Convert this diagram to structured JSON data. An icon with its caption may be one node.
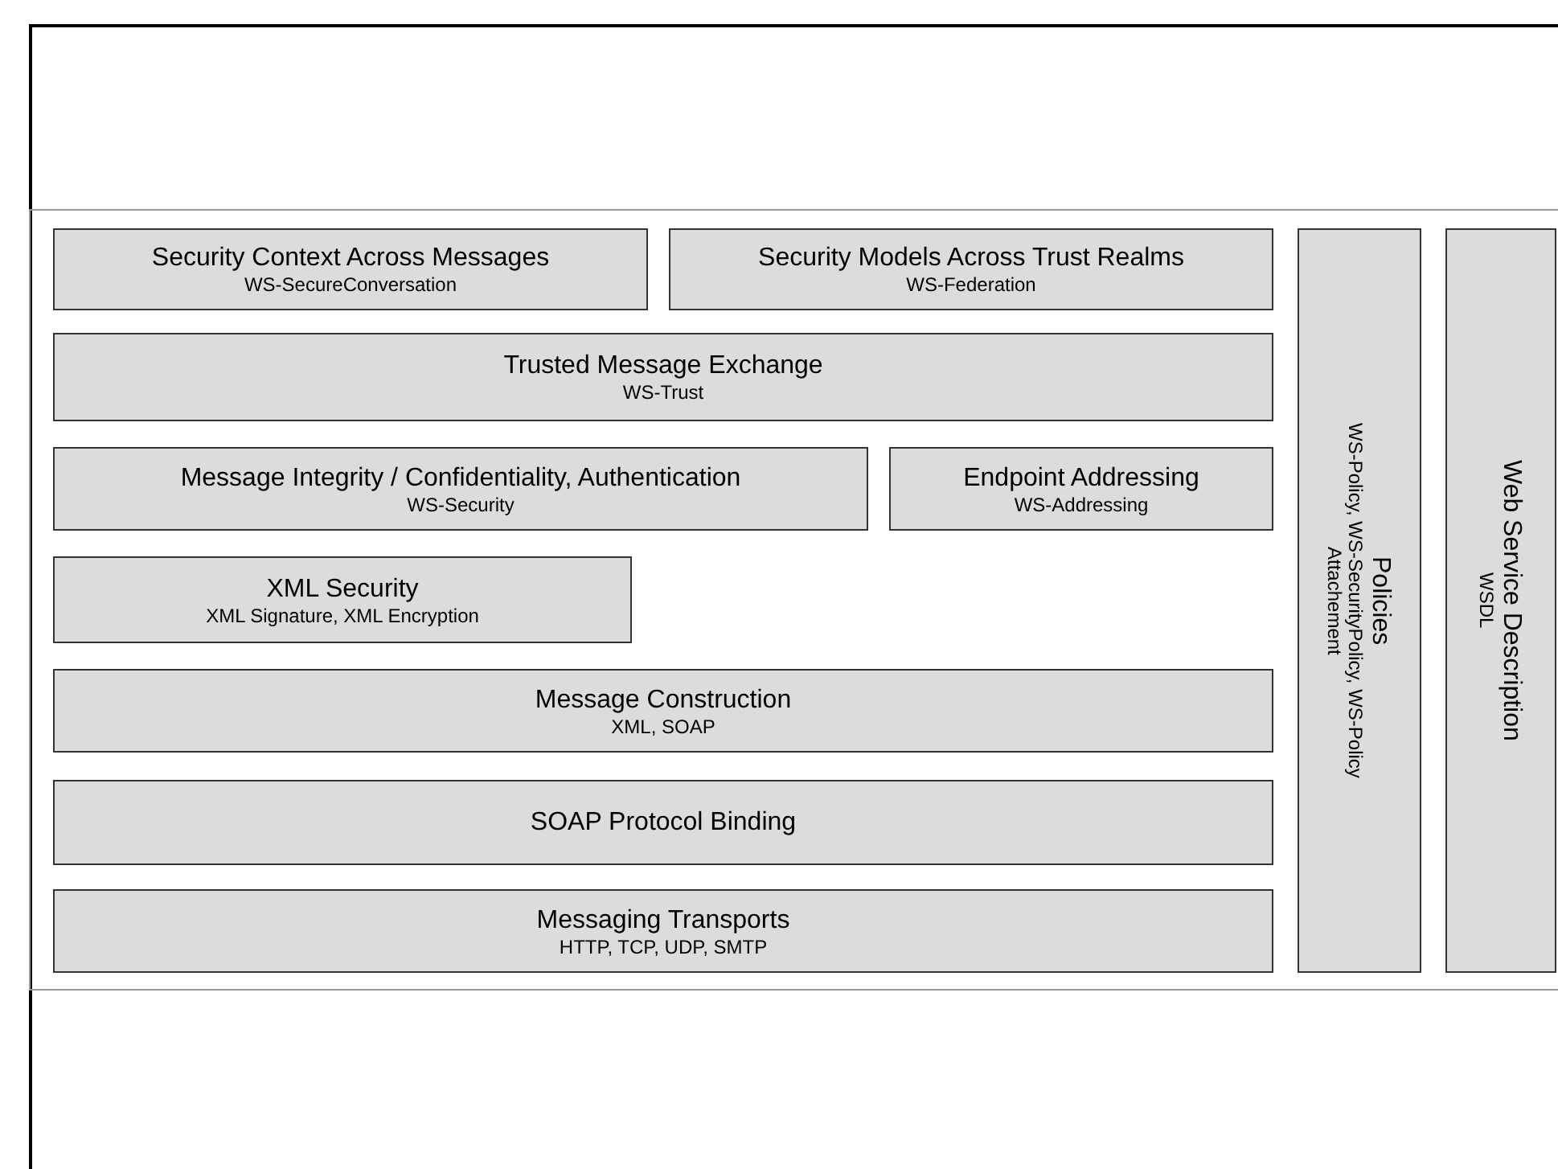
{
  "diagram": {
    "nodes": [
      {
        "text": [
          "Security Context Across Messages",
          "WS-SecureConversation"
        ]
      },
      {
        "text": [
          "Security Models Across Trust Realms",
          "WS-Federation"
        ]
      },
      {
        "text": [
          "Trusted Message Exchange",
          "WS-Trust"
        ]
      },
      {
        "text": [
          "Message Integrity / Confidentiality, Authentication",
          "WS-Security"
        ]
      },
      {
        "text": [
          "Endpoint Addressing",
          "WS-Addressing"
        ]
      },
      {
        "text": [
          "XML Security",
          "XML Signature, XML Encryption"
        ]
      },
      {
        "text": [
          "Message Construction",
          "XML, SOAP"
        ]
      },
      {
        "text": [
          "SOAP Protocol Binding"
        ]
      },
      {
        "text": [
          "Messaging Transports",
          "HTTP, TCP, UDP, SMTP"
        ]
      },
      {
        "text": [
          "Policies",
          "WS-Policy, WS-SecurityPolicy, WS-Policy Attachement"
        ]
      },
      {
        "text": [
          "Web Service Description",
          "WSDL"
        ]
      }
    ]
  }
}
